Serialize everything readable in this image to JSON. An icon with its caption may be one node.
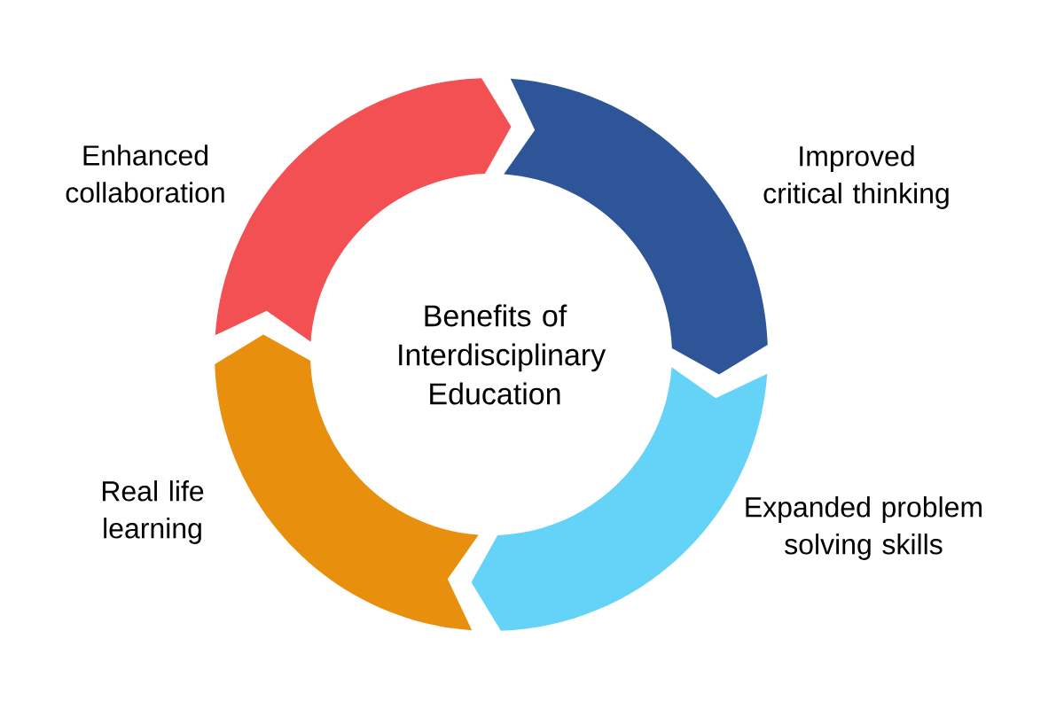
{
  "diagram": {
    "nodes": [
      {
        "text": [
          "Benefits of Interdisciplinary Education"
        ]
      },
      {
        "text": [],
        "shape": "arc",
        "beside": [
          "Enhanced collaboration"
        ]
      },
      {
        "text": [],
        "shape": "arc",
        "beside": [
          "Improved critical thinking"
        ]
      },
      {
        "text": [],
        "shape": "arc",
        "beside": [
          "Expanded problem solving skills"
        ]
      },
      {
        "text": [],
        "shape": "arc",
        "beside": [
          "Real life learning"
        ]
      }
    ]
  }
}
